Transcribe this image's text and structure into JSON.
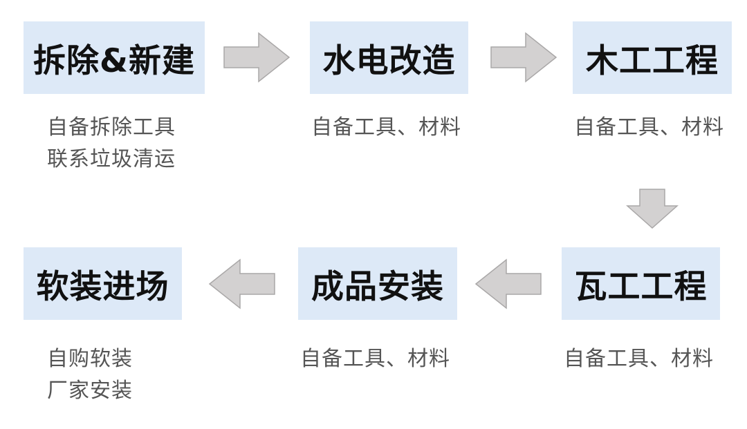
{
  "stages": [
    {
      "title": "拆除&新建",
      "notes": [
        "自备拆除工具",
        "联系垃圾清运"
      ]
    },
    {
      "title": "水电改造",
      "notes": [
        "自备工具、材料"
      ]
    },
    {
      "title": "木工工程",
      "notes": [
        "自备工具、材料"
      ]
    },
    {
      "title": "瓦工工程",
      "notes": [
        "自备工具、材料"
      ]
    },
    {
      "title": "成品安装",
      "notes": [
        "自备工具、材料"
      ]
    },
    {
      "title": "软装进场",
      "notes": [
        "自购软装",
        "厂家安装"
      ]
    }
  ],
  "colors": {
    "box_fill": "#dde9f7",
    "title_text": "#111111",
    "note_text": "#555555",
    "arrow_fill": "#d3d1d1",
    "arrow_stroke": "#a9a7a7"
  }
}
